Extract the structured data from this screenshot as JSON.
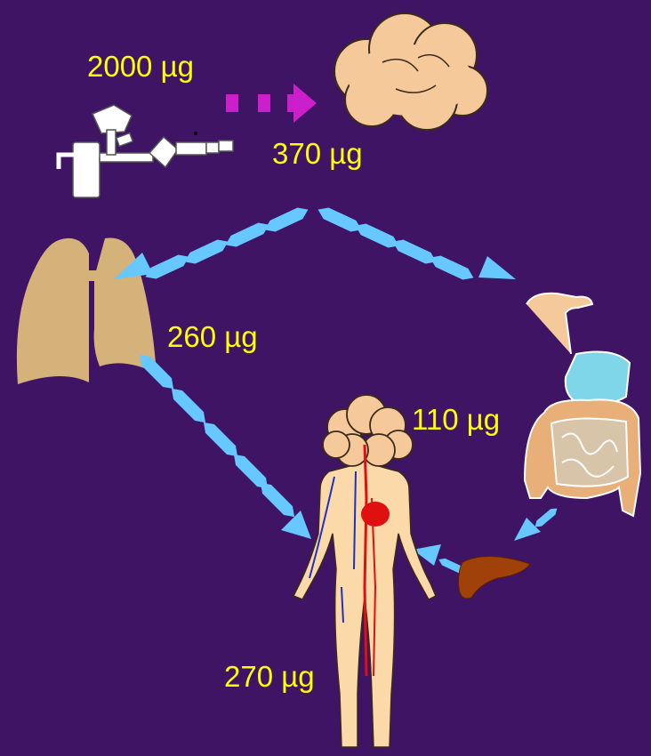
{
  "colors": {
    "background": "#3f1464",
    "label_text": "#ffff00",
    "inhaled_arrow": "#cc1fcc",
    "transfer_arrow": "#66c8ff",
    "oropharynx": "#f5c99a",
    "lungs": "#d4b27a",
    "body_skin": "#fcd9a8",
    "gi_tract": "#e8b078",
    "stomach": "#7fd6e8",
    "liver": "#a0410a",
    "blood_artery": "#e01010",
    "blood_vein": "#2030c0"
  },
  "icons": {
    "inhaler": "nebulizer-inhaler-icon",
    "deposit": "oropharynx-cloud-icon",
    "lungs": "lungs-icon",
    "gut": "gastrointestinal-tract-icon",
    "body": "systemic-circulation-body-icon",
    "liver": "liver-icon"
  },
  "labels": {
    "dose_inhaled": "2000 µg",
    "oropharynx_dose": "370 µg",
    "lung_dose": "260 µg",
    "gut_dose": "110 µg",
    "systemic_dose": "270 µg"
  }
}
